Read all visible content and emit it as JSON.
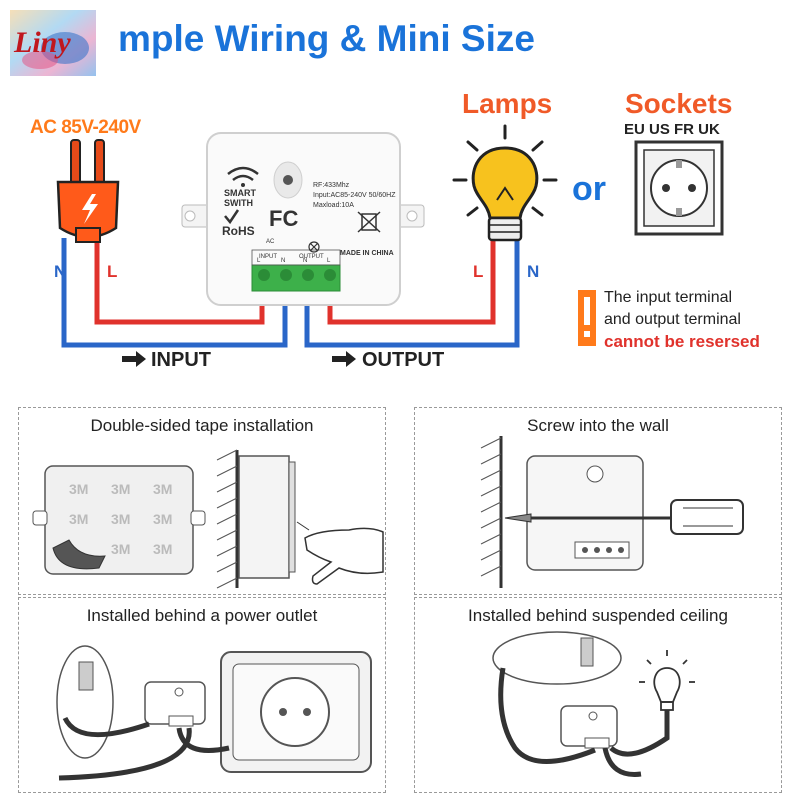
{
  "logo": {
    "text": "Liny"
  },
  "title": "mple Wiring & Mini Size",
  "power": {
    "voltage_label": "AC 85V-240V"
  },
  "wires": {
    "input_n": "N",
    "input_l": "L",
    "output_l": "L",
    "output_n": "N"
  },
  "flow": {
    "input_label": "INPUT",
    "output_label": "OUTPUT"
  },
  "device": {
    "brand_line1": "SMART",
    "brand_line2": "SWITH",
    "spec_rf": "RF:433Mhz",
    "spec_input": "Input:AC85-240V 50/60HZ",
    "spec_load": "Maxload:10A",
    "rohs": "RoHS",
    "fc": "FC",
    "ac": "AC",
    "input_tag": "INPUT",
    "output_tag": "OUTPUT",
    "made_in": "MADE IN CHINA",
    "term_l": "L",
    "term_n": "N",
    "term_n2": "N",
    "term_l2": "L"
  },
  "targets": {
    "lamps": "Lamps",
    "sockets": "Sockets",
    "regions": "EU  US  FR  UK",
    "or": "or"
  },
  "warning": {
    "line1": "The input terminal",
    "line2": "and output terminal",
    "line3": "cannot be resersed"
  },
  "installation": [
    {
      "title": "Double-sided tape installation"
    },
    {
      "title": "Screw into the wall"
    },
    {
      "title": "Installed behind a power outlet"
    },
    {
      "title": "Installed behind suspended ceiling"
    }
  ],
  "tape_marking": "3M",
  "colors": {
    "title_blue": "#1a73d9",
    "accent_orange": "#f05a28",
    "wire_red": "#e0322c",
    "wire_blue": "#2a66c8",
    "terminal_green": "#3db04a",
    "plug_orange": "#ff5a1a",
    "bulb_yellow": "#f7c21e"
  }
}
